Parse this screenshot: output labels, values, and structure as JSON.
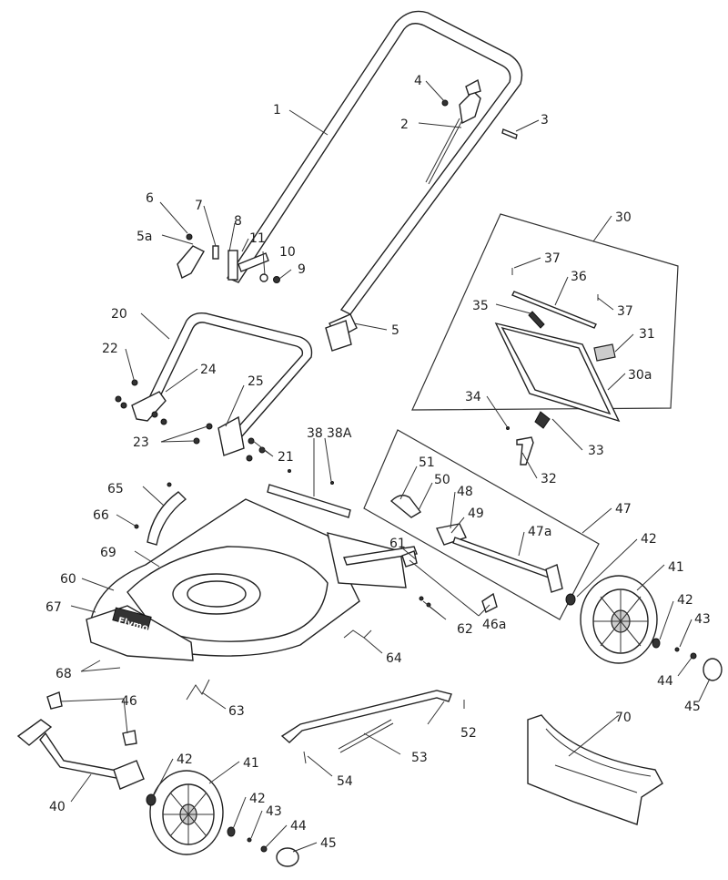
{
  "labels": {
    "p1": "1",
    "p2": "2",
    "p3": "3",
    "p4": "4",
    "p5": "5",
    "p5a": "5a",
    "p6": "6",
    "p7": "7",
    "p8": "8",
    "p9": "9",
    "p10": "10",
    "p11": "11",
    "p20": "20",
    "p21": "21",
    "p22": "22",
    "p23": "23",
    "p24": "24",
    "p25": "25",
    "p30": "30",
    "p30a": "30a",
    "p31": "31",
    "p32": "32",
    "p33": "33",
    "p34": "34",
    "p35": "35",
    "p36": "36",
    "p37a": "37",
    "p37b": "37",
    "p38": "38",
    "p38A": "38A",
    "p40": "40",
    "p41a": "41",
    "p41b": "41",
    "p42a": "42",
    "p42b": "42",
    "p42c": "42",
    "p42d": "42",
    "p43a": "43",
    "p43b": "43",
    "p44a": "44",
    "p44b": "44",
    "p45a": "45",
    "p45b": "45",
    "p46": "46",
    "p46a": "46a",
    "p47": "47",
    "p47a": "47a",
    "p48": "48",
    "p49": "49",
    "p50": "50",
    "p51": "51",
    "p52": "52",
    "p53": "53",
    "p54": "54",
    "p60": "60",
    "p61": "61",
    "p62": "62",
    "p63": "63",
    "p64": "64",
    "p65": "65",
    "p66": "66",
    "p67": "67",
    "p68": "68",
    "p69": "69",
    "p70": "70"
  },
  "brand": "Flymo"
}
